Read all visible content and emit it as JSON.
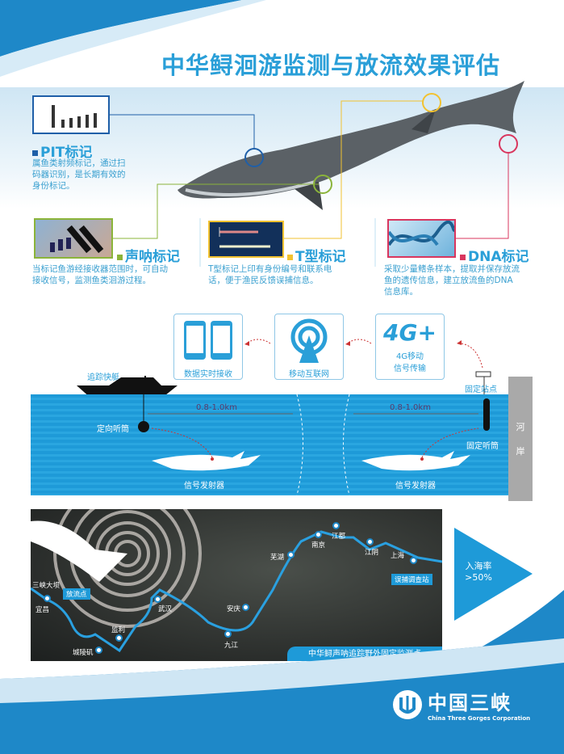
{
  "title": "中华鲟洄游监测与放流效果评估",
  "tags": {
    "pit": {
      "label": "PIT标记",
      "desc": [
        "属鱼类射频标记，通过扫",
        "码器识别，是长期有效的",
        "身份标记。"
      ],
      "color": "#1f5fa8"
    },
    "acoustic": {
      "label": "声呐标记",
      "desc": [
        "当标记鱼游经接收器范围时，可自动",
        "接收信号，监测鱼类洄游过程。"
      ],
      "color": "#8bb43a"
    },
    "ttag": {
      "label": "T型标记",
      "desc": [
        "T型标记上印有身份编号和联系电",
        "话，便于渔民反馈误捕信息。"
      ],
      "color": "#f2c230"
    },
    "dna": {
      "label": "DNA标记",
      "desc": [
        "采取少量鳍条样本，提取并保存放流",
        "鱼的遗传信息，建立放流鱼的DNA",
        "信息库。"
      ],
      "color": "#d9365e"
    }
  },
  "flow": {
    "realtime": "数据实时接收",
    "internet": "移动互联网",
    "g4_logo": "4G+",
    "g4": [
      "4G移动",
      "信号传输"
    ],
    "boat": "追踪快艇",
    "station": "固定站点",
    "range1": "0.8-1.0km",
    "range2": "0.8-1.0km",
    "directional": "定向听筒",
    "fixed": "固定听筒",
    "emitter1": "信号发射器",
    "emitter2": "信号发射器",
    "bank": [
      "河",
      "岸"
    ]
  },
  "map": {
    "cities": [
      "三峡大坝",
      "宜昌",
      "监利",
      "城陵矶",
      "武汉",
      "九江",
      "安庆",
      "芜湖",
      "南京",
      "江都",
      "江阴",
      "上海"
    ],
    "release": "放流点",
    "survey": "误捕调查站",
    "caption": "中华鲟声呐追踪野外固定监测点"
  },
  "rate": {
    "label": "入海率",
    "value": ">50%"
  },
  "logo": {
    "cn": "中国三峡",
    "en": "China Three Gorges Corporation"
  },
  "colors": {
    "accent": "#2a9fd8",
    "water": "#1e9ad8"
  }
}
